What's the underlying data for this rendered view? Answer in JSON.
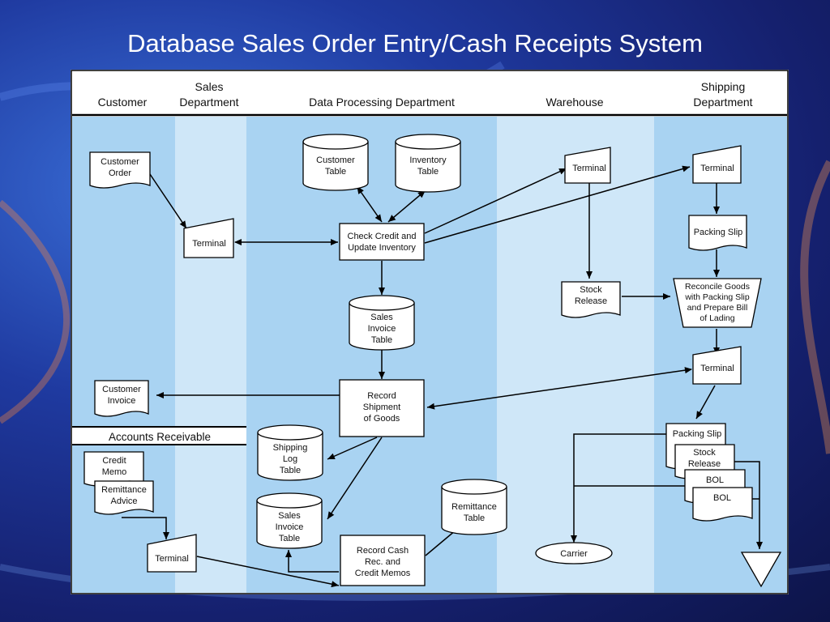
{
  "title": "Database Sales Order Entry/Cash Receipts System",
  "columns": {
    "customer": "Customer",
    "sales": [
      "Sales",
      "Department"
    ],
    "dp": "Data Processing Department",
    "warehouse": "Warehouse",
    "shipping": [
      "Shipping",
      "Department"
    ]
  },
  "ar_label": "Accounts Receivable",
  "nodes": {
    "customer_order": [
      "Customer",
      "Order"
    ],
    "terminal_sales": "Terminal",
    "customer_table": [
      "Customer",
      "Table"
    ],
    "inventory_table": [
      "Inventory",
      "Table"
    ],
    "check_credit": [
      "Check Credit and",
      "Update Inventory"
    ],
    "sales_invoice_table_1": [
      "Sales",
      "Invoice",
      "Table"
    ],
    "customer_invoice": [
      "Customer",
      "Invoice"
    ],
    "record_shipment": [
      "Record",
      "Shipment",
      "of Goods"
    ],
    "terminal_warehouse": "Terminal",
    "stock_release": [
      "Stock",
      "Release"
    ],
    "terminal_ship_1": "Terminal",
    "packing_slip_1": "Packing Slip",
    "reconcile": [
      "Reconcile Goods",
      "with Packing Slip",
      "and Prepare Bill",
      "of Lading"
    ],
    "terminal_ship_2": "Terminal",
    "packing_slip_2": "Packing Slip",
    "stock_release_2": [
      "Stock",
      "Release"
    ],
    "bol_1": "BOL",
    "bol_2": "BOL",
    "carrier": "Carrier",
    "credit_memo": [
      "Credit",
      "Memo"
    ],
    "remittance_advice": [
      "Remittance",
      "Advice"
    ],
    "terminal_ar": "Terminal",
    "shipping_log_table": [
      "Shipping",
      "Log",
      "Table"
    ],
    "sales_invoice_table_2": [
      "Sales",
      "Invoice",
      "Table"
    ],
    "record_cash": [
      "Record Cash",
      "Rec. and",
      "Credit Memos"
    ],
    "remittance_table": [
      "Remittance",
      "Table"
    ]
  }
}
